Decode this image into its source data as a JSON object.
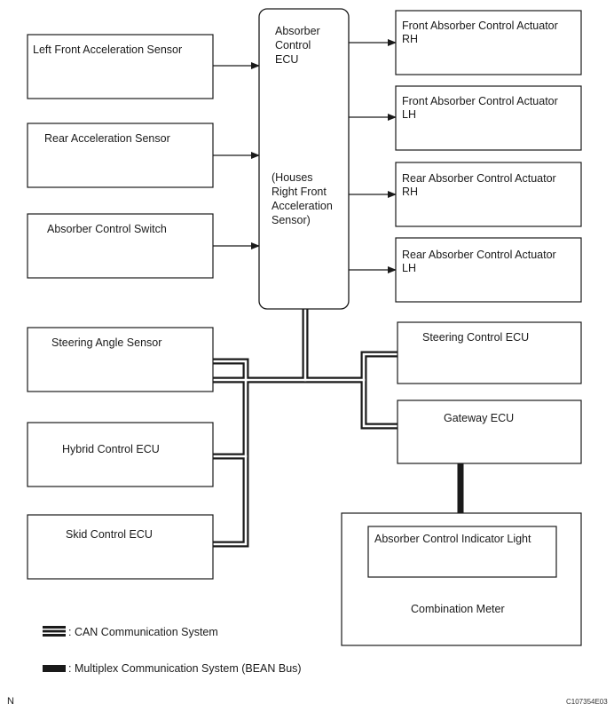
{
  "boxes": {
    "left_front_accel": "Left Front Acceleration Sensor",
    "rear_accel": "Rear Acceleration Sensor",
    "absorber_switch": "Absorber Control Switch",
    "ecu_title": [
      "Absorber",
      "Control",
      "ECU"
    ],
    "ecu_note": [
      "(Houses",
      "Right Front",
      "Acceleration",
      "Sensor)"
    ],
    "front_rh": [
      "Front Absorber Control Actuator",
      "RH"
    ],
    "front_lh": [
      "Front Absorber Control Actuator",
      "LH"
    ],
    "rear_rh": [
      "Rear Absorber Control Actuator",
      "RH"
    ],
    "rear_lh": [
      "Rear Absorber Control Actuator",
      "LH"
    ],
    "steering_angle": "Steering Angle Sensor",
    "hybrid": "Hybrid Control ECU",
    "skid": "Skid Control ECU",
    "steering_ecu": "Steering Control ECU",
    "gateway": "Gateway ECU",
    "indicator": "Absorber Control Indicator Light",
    "combination_meter": "Combination Meter"
  },
  "legend": {
    "can": ": CAN Communication System",
    "bean": ": Multiplex Communication System (BEAN Bus)"
  },
  "footer": {
    "left_mark": "N",
    "code": "C107354E03"
  }
}
